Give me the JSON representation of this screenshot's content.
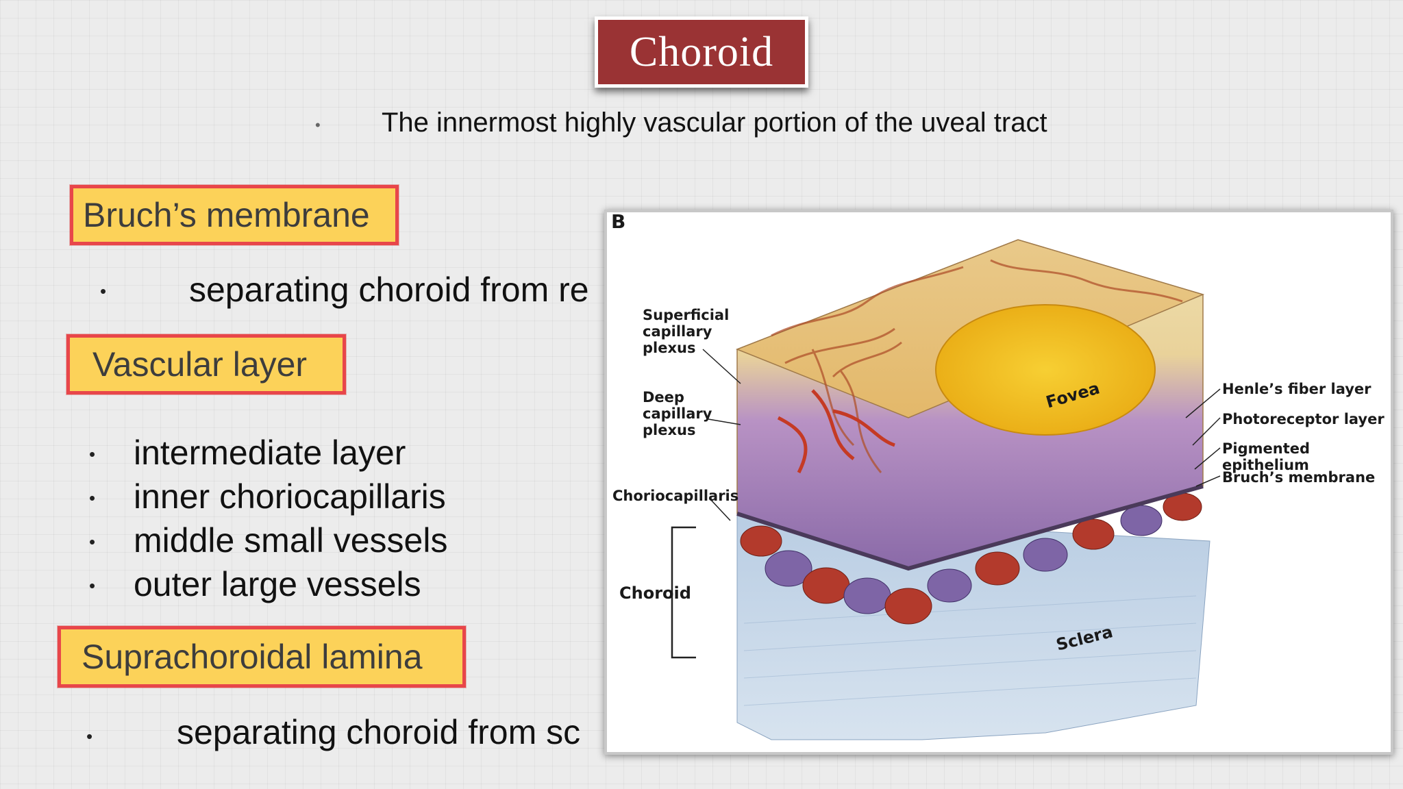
{
  "title": "Choroid",
  "intro": {
    "bullet": "•",
    "text": "The innermost highly vascular portion of the uveal tract"
  },
  "sections": [
    {
      "label": "Bruch’s membrane",
      "bullets": [
        "separating choroid from re"
      ]
    },
    {
      "label": "Vascular layer",
      "bullets": [
        "intermediate layer",
        "inner choriocapillaris",
        "middle small vessels",
        "outer large vessels"
      ]
    },
    {
      "label": "Suprachoroidal lamina",
      "bullets": [
        "separating choroid from sc"
      ]
    }
  ],
  "figure": {
    "panel_letter": "B",
    "labels": {
      "superficial": "Superficial\ncapillary\nplexus",
      "deep": "Deep\ncapillary\nplexus",
      "choriocapillaris": "Choriocapillaris",
      "choroid": "Choroid",
      "fovea": "Fovea",
      "sclera": "Sclera",
      "henle": "Henle’s fiber layer",
      "photoreceptor": "Photoreceptor layer",
      "pigmented": "Pigmented epithelium",
      "bruch": "Bruch’s membrane"
    }
  },
  "colors": {
    "title_bg": "#9a3334",
    "label_fill": "#fcd259",
    "label_border": "#e8464a"
  }
}
